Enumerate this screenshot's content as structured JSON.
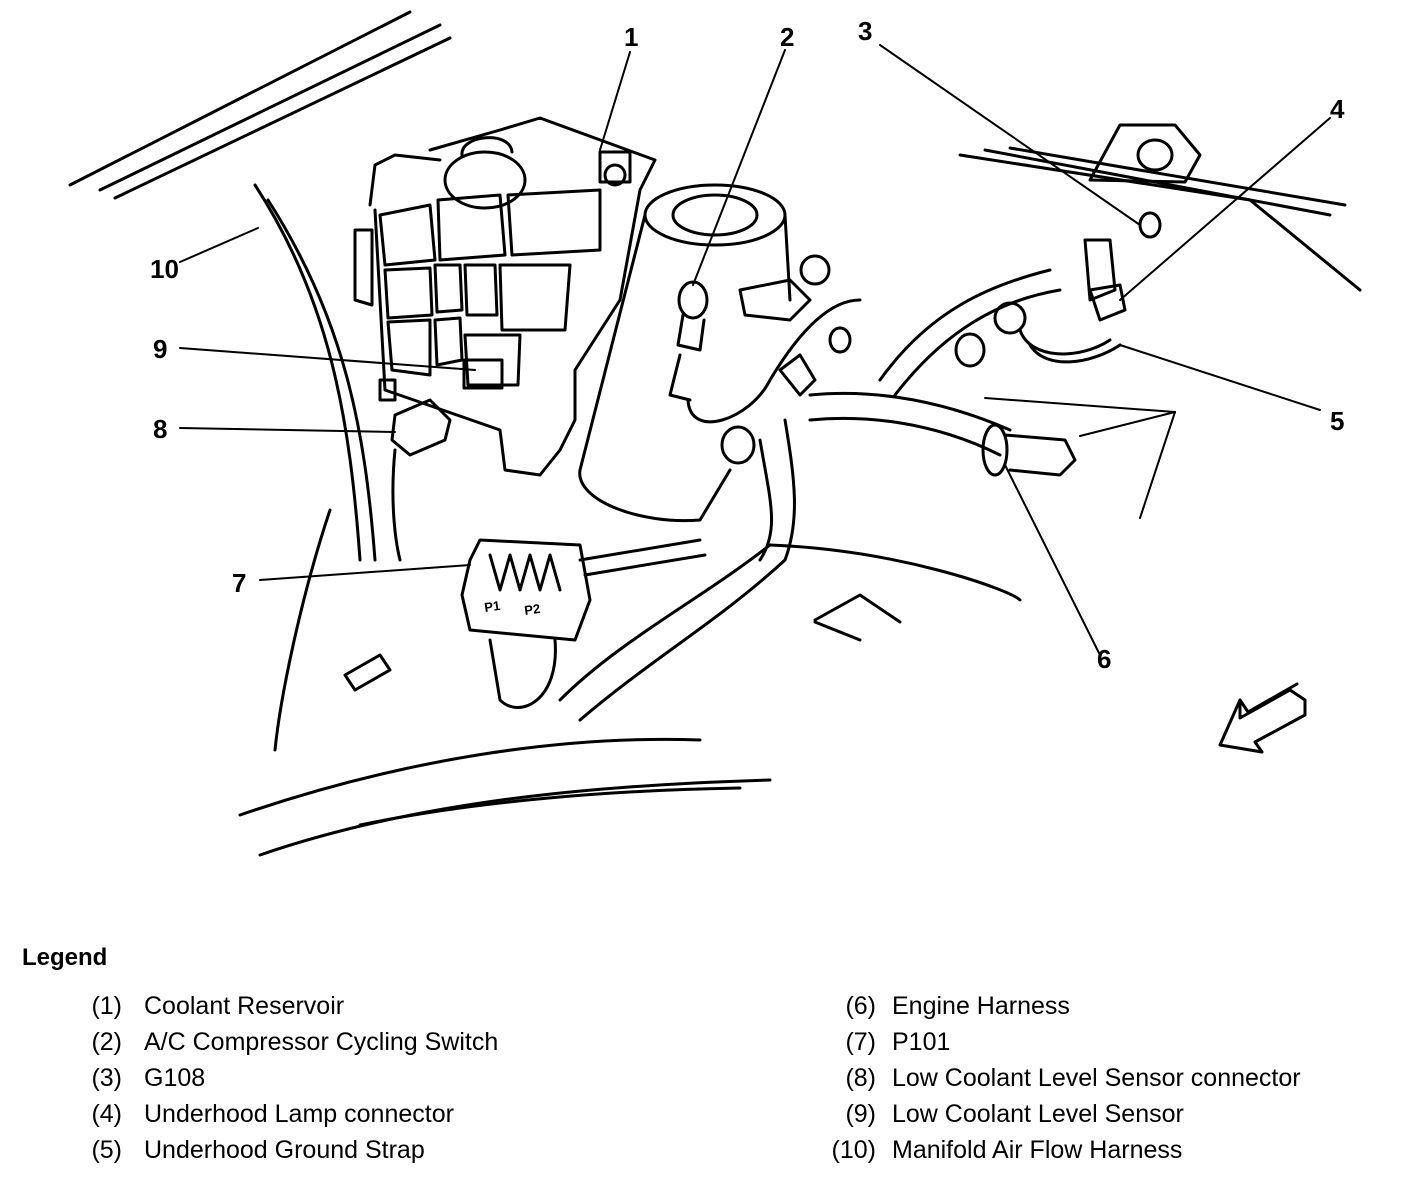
{
  "diagram": {
    "callouts": [
      "1",
      "2",
      "3",
      "4",
      "5",
      "6",
      "7",
      "8",
      "9",
      "10"
    ],
    "connector_marks": [
      "P1",
      "P2"
    ]
  },
  "legend": {
    "title": "Legend",
    "items": [
      {
        "num": "(1)",
        "label": "Coolant Reservoir"
      },
      {
        "num": "(2)",
        "label": "A/C Compressor Cycling Switch"
      },
      {
        "num": "(3)",
        "label": "G108"
      },
      {
        "num": "(4)",
        "label": "Underhood Lamp connector"
      },
      {
        "num": "(5)",
        "label": "Underhood Ground Strap"
      },
      {
        "num": "(6)",
        "label": "Engine Harness"
      },
      {
        "num": "(7)",
        "label": "P101"
      },
      {
        "num": "(8)",
        "label": "Low Coolant Level Sensor connector"
      },
      {
        "num": "(9)",
        "label": "Low Coolant Level Sensor"
      },
      {
        "num": "(10)",
        "label": "Manifold Air Flow Harness"
      }
    ]
  },
  "colors": {
    "ink": "#000000",
    "paper": "#ffffff"
  }
}
